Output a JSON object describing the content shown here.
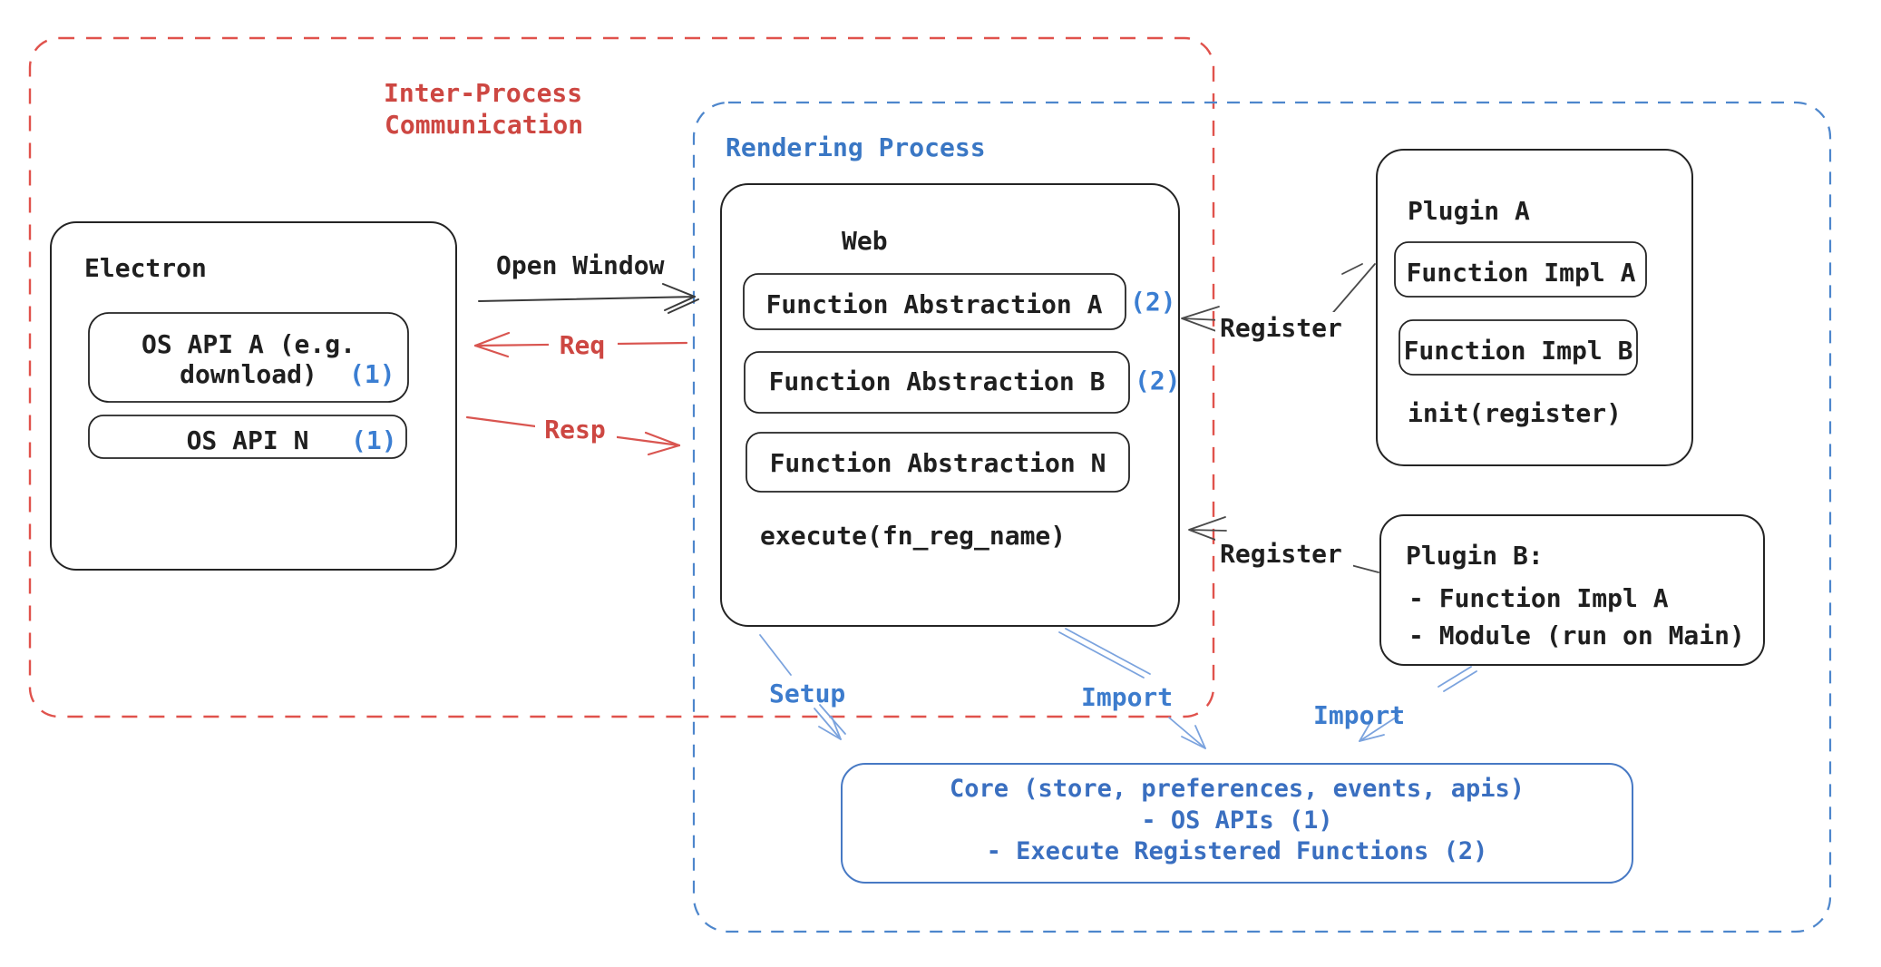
{
  "diagram": {
    "ipc_group": {
      "label_line1": "Inter-Process",
      "label_line2": "Communication"
    },
    "rendering_group": {
      "label": "Rendering Process"
    },
    "electron": {
      "title": "Electron",
      "api_a_line1": "OS API A (e.g.",
      "api_a_line2": "download)",
      "api_a_badge": "(1)",
      "api_n_label": "OS API N",
      "api_n_badge": "(1)"
    },
    "web": {
      "title": "Web",
      "fn_abstraction_a": "Function Abstraction A",
      "fn_abstraction_a_badge": "(2)",
      "fn_abstraction_b": "Function Abstraction B",
      "fn_abstraction_b_badge": "(2)",
      "fn_abstraction_n": "Function Abstraction N",
      "execute_label": "execute(fn_reg_name)"
    },
    "plugin_a": {
      "title": "Plugin A",
      "impl_a": "Function Impl A",
      "impl_b": "Function Impl B",
      "init_label": "init(register)"
    },
    "plugin_b": {
      "title": "Plugin B:",
      "item1": "- Function Impl A",
      "item2": "- Module (run on Main)"
    },
    "core": {
      "line1": "Core (store, preferences, events, apis)",
      "line2": "- OS APIs (1)",
      "line3": "- Execute Registered Functions (2)"
    },
    "arrows": {
      "open_window": "Open Window",
      "req": "Req",
      "resp": "Resp",
      "register_plugin_a": "Register",
      "register_plugin_b": "Register",
      "setup": "Setup",
      "import_web_core": "Import",
      "import_plugin_core": "Import"
    },
    "colors": {
      "red_border": "#e0524c",
      "red_text": "#cd4742",
      "red_arrow": "#d95550",
      "blue_text": "#3a77c4",
      "blue_badge": "#3b7ed2",
      "blue_border": "#4d86cc",
      "blue_arrow": "#7ba3de",
      "core_border": "#4779c4",
      "core_text": "#3a6fc0",
      "ink": "#1f1f1f"
    }
  }
}
